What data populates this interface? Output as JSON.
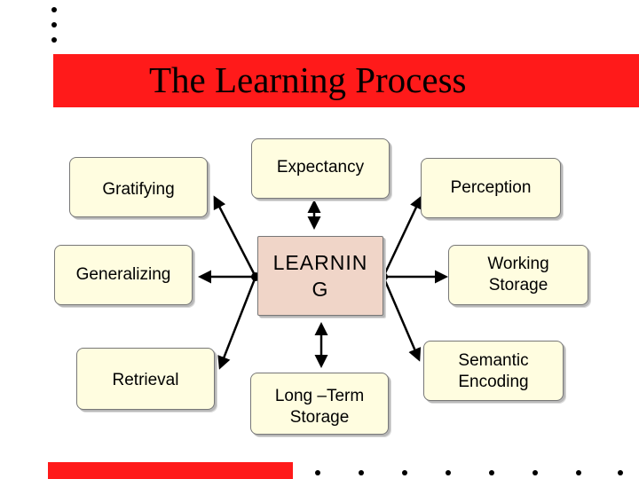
{
  "title": "The Learning Process",
  "nodes": {
    "gratifying": "Gratifying",
    "generalizing": "Generalizing",
    "retrieval": "Retrieval",
    "expectancy": "Expectancy",
    "learning": "LEARNIN\nG",
    "long_term_storage": "Long –Term\nStorage",
    "perception": "Perception",
    "working_storage": "Working\nStorage",
    "semantic_encoding": "Semantic\nEncoding"
  },
  "colors": {
    "accent_red": "#ff1a1a",
    "node_fill": "#fffde0",
    "center_fill": "#f0d5c8"
  }
}
